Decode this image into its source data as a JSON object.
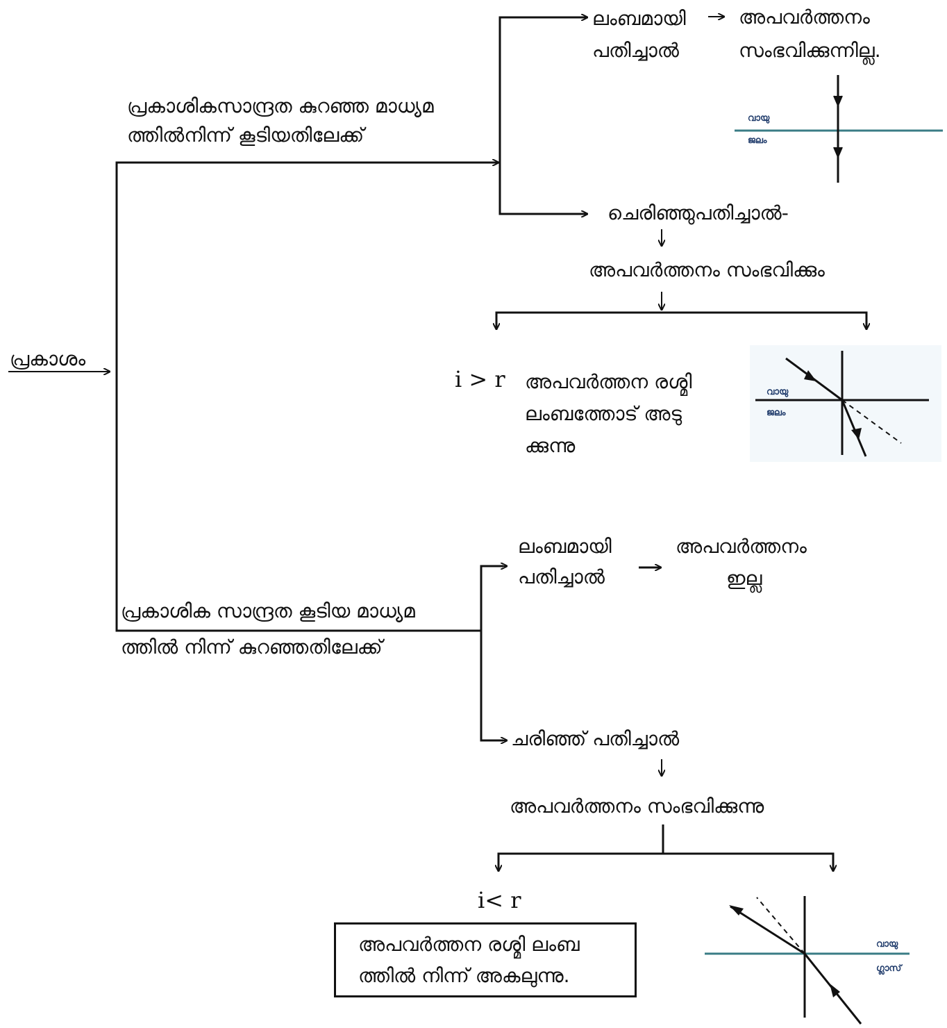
{
  "root": {
    "label": "പ്രകാശം"
  },
  "branch_top": {
    "condition": [
      "പ്രകാശികസാന്ദ്രത കുറഞ്ഞ മാധ്യമ",
      "ത്തിൽനിന്ന് കൂടിയതിലേക്ക്"
    ],
    "normal": {
      "label": [
        "ലംബമായി",
        "പതിച്ചാൽ"
      ],
      "result": [
        "അപവർത്തനം",
        "സംഭവിക്കുന്നില്ല."
      ],
      "diagram": {
        "top_medium": "വായു",
        "bottom_medium": "ജലം"
      }
    },
    "oblique": {
      "label": "ചെരിഞ്ഞുപതിച്ചാൽ-",
      "result": "അപവർത്തനം സംഭവിക്കും",
      "relation": "i > r",
      "explanation": [
        "അപവർത്തന രശ്മി",
        "ലംബത്തോട് അടു",
        "ക്കുന്നു"
      ],
      "diagram": {
        "top_medium": "വായു",
        "bottom_medium": "ജലം"
      }
    }
  },
  "branch_bottom": {
    "condition": [
      "പ്രകാശിക സാന്ദ്രത കൂടിയ മാധ്യമ",
      "ത്തിൽ നിന്ന് കുറഞ്ഞതിലേക്ക്"
    ],
    "normal": {
      "label": [
        "ലംബമായി",
        "പതിച്ചാൽ"
      ],
      "result": [
        "അപവർത്തനം",
        "ഇല്ല"
      ]
    },
    "oblique": {
      "label": "ചരിഞ്ഞ് പതിച്ചാൽ",
      "result": "അപവർത്തനം സംഭവിക്കുന്നു",
      "relation": "i<  r",
      "explanation": [
        "അപവർത്തന രശ്മി ലംബ",
        "ത്തിൽ നിന്ന് അകലുന്നു."
      ],
      "diagram": {
        "top_medium": "വായു",
        "bottom_medium": "ഗ്ലാസ്"
      }
    }
  },
  "colors": {
    "line": "#111111",
    "interface": "#3a7c85",
    "inset_bg": "#f3f8fb",
    "inset_text": "#1e3a6a"
  }
}
